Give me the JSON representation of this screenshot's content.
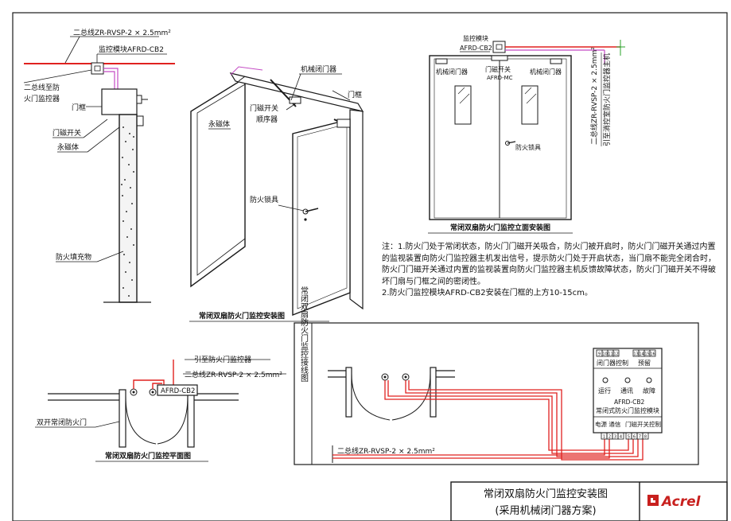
{
  "colors": {
    "line": "#1a1a1a",
    "red": "#e0211f",
    "magenta": "#c44bc4",
    "green": "#2aa32a",
    "brand": "#c8201e"
  },
  "side_view": {
    "bus_cable": "二总线ZR-RVSP-2 × 2.5mm²",
    "module": "监控模块AFRD-CB2",
    "to_controller_1": "二总线至防",
    "to_controller_2": "火门监控器",
    "door_frame": "门框",
    "magnetic_switch": "门磁开关",
    "magnet": "永磁体",
    "fill": "防火填充物"
  },
  "perspective": {
    "closer": "机械闭门器",
    "frame": "门框",
    "magnet": "永磁体",
    "switch_1": "门磁开关",
    "switch_2": "顺序器",
    "lock": "防火锁具",
    "caption": "常闭双扇防火门监控安装图"
  },
  "elevation": {
    "module_1": "监控模块",
    "module_2": "AFRD-CB2",
    "closer_left": "机械闭门器",
    "switch_1": "门磁开关",
    "switch_2": "AFRD-MC",
    "closer_right": "机械闭门器",
    "lock": "防火锁具",
    "cable_1": "二总线ZR-RVSP-2 × 2.5mm²",
    "cable_2": "引至消控室防火门监控器主机",
    "caption": "常闭双扇防火门监控立面安装图"
  },
  "notes": {
    "n1_a": "注：1.防火门处于常闭状态，防火门门磁开关吸合，防火门被开启时，防火门门磁开关通过内置",
    "n1_b": "的监视装置向防火门监控器主机发出信号，提示防火门处于开启状态，当门扇不能完全闭合时，",
    "n1_c": "防火门门磁开关通过内置的监视装置向防火门监控器主机反馈故障状态，防火门门磁开关不得破",
    "n1_d": "坏门扇与门框之间的密闭性。",
    "n2": "2.防火门监控模块AFRD-CB2安装在门框的上方10-15cm。"
  },
  "plan": {
    "to_controller": "引至防火门监控器",
    "cable": "二总线ZR-RVSP-2 × 2.5mm²",
    "module": "AFRD-CB2",
    "door": "双开常闭防火门",
    "caption": "常闭双扇防火门监控平面图"
  },
  "wiring": {
    "side_title": "常闭双扇防火门监控接线图",
    "terminals_top_left": [
      "9",
      "10",
      "11",
      "12"
    ],
    "terminals_top_right": [
      "13",
      "14",
      "15",
      "16"
    ],
    "closer_control": "闭门器控制",
    "reserved": "预留",
    "run": "运行",
    "comm": "通讯",
    "fault": "故障",
    "model": "AFRD-CB2",
    "model_desc": "常闭式防火门监控模块",
    "power_comm": "电源 通信",
    "switch_control": "门磁开关控制",
    "terminals_bot_left": [
      "1",
      "2",
      "3",
      "4"
    ],
    "terminals_bot_right": [
      "5",
      "6",
      "7",
      "8"
    ],
    "cable": "二总线ZR-RVSP-2 × 2.5mm²"
  },
  "title_block": {
    "line1": "常闭双扇防火门监控安装图",
    "line2": "(采用机械闭门器方案)",
    "brand": "Acrel"
  }
}
